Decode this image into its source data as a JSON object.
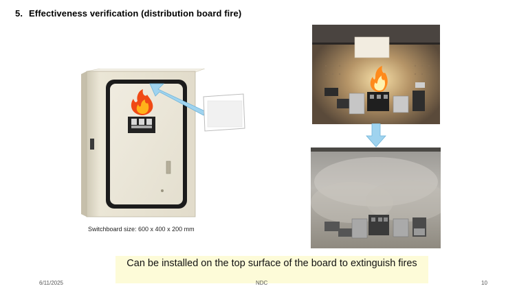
{
  "slide": {
    "title_number": "5.",
    "title_text": "Effectiveness verification (distribution board fire)",
    "caption": "Switchboard size: 600 x 400 x 200 mm",
    "highlight": "Can be installed on the top surface of the board to extinguish fires",
    "footer": {
      "date": "6/11/2025",
      "center": "NDC",
      "page": "10"
    }
  },
  "icons": {
    "flame": "flame-icon",
    "arrow_pointer": "arrow-pointer-icon",
    "arrow_down": "arrow-down-icon"
  },
  "colors": {
    "cabinet": "#e8e3d3",
    "flame_outer": "#f04a16",
    "flame_inner": "#ffb21a",
    "arrow": "#9fd3ef",
    "highlight_bg": "#fdfbd8"
  }
}
